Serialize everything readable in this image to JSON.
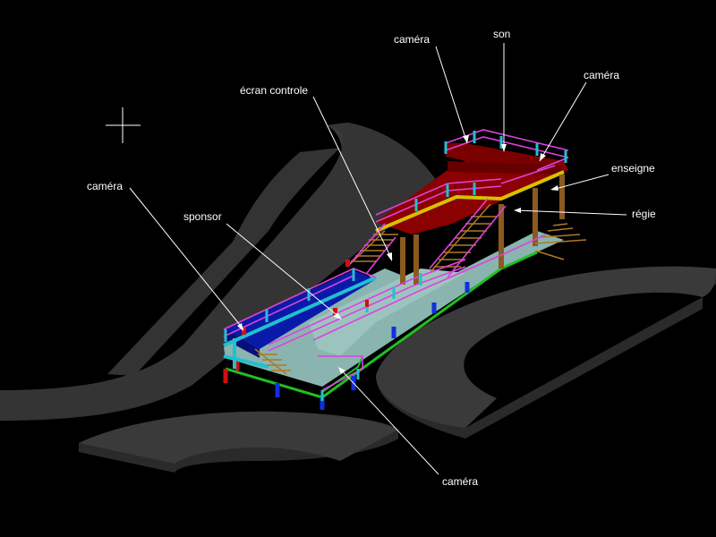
{
  "colors": {
    "background": "#000000",
    "road": "#3a3a3a",
    "deck": "#8ab4b0",
    "upper_deck": "#8b0000",
    "lower_left_deck": "#0a1aa8",
    "railing": "#e040e0",
    "post": "#20c0d0",
    "stair": "#9a6a1a",
    "beam": "#d8c000",
    "support": "#8a5a20",
    "green_edge": "#20c020",
    "blue_leg": "#1030e0",
    "red_leg": "#d01010",
    "leader": "#ffffff",
    "label_text": "#ffffff"
  },
  "cursor": {
    "icon": "crosshair-icon"
  },
  "labels": {
    "camera_top": "caméra",
    "son": "son",
    "camera_right": "caméra",
    "ecran_controle": "écran controle",
    "enseigne": "enseigne",
    "camera_left": "caméra",
    "sponsor": "sponsor",
    "regie": "régie",
    "camera_bottom": "caméra"
  }
}
